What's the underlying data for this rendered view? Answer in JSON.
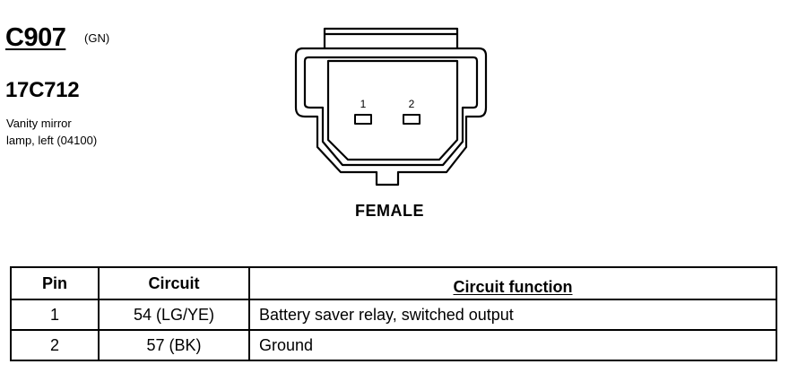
{
  "header": {
    "connector_code": "C907",
    "wire_color_code": "(GN)",
    "part_number": "17C712",
    "description_line1": "Vanity mirror",
    "description_line2": "lamp, left (04100)"
  },
  "connector": {
    "pin_labels": [
      "1",
      "2"
    ],
    "gender": "FEMALE"
  },
  "table": {
    "headers": {
      "pin": "Pin",
      "circuit": "Circuit",
      "function": "Circuit function"
    },
    "rows": [
      {
        "pin": "1",
        "circuit": "54 (LG/YE)",
        "function": "Battery saver relay, switched output"
      },
      {
        "pin": "2",
        "circuit": "57 (BK)",
        "function": "Ground"
      }
    ]
  }
}
